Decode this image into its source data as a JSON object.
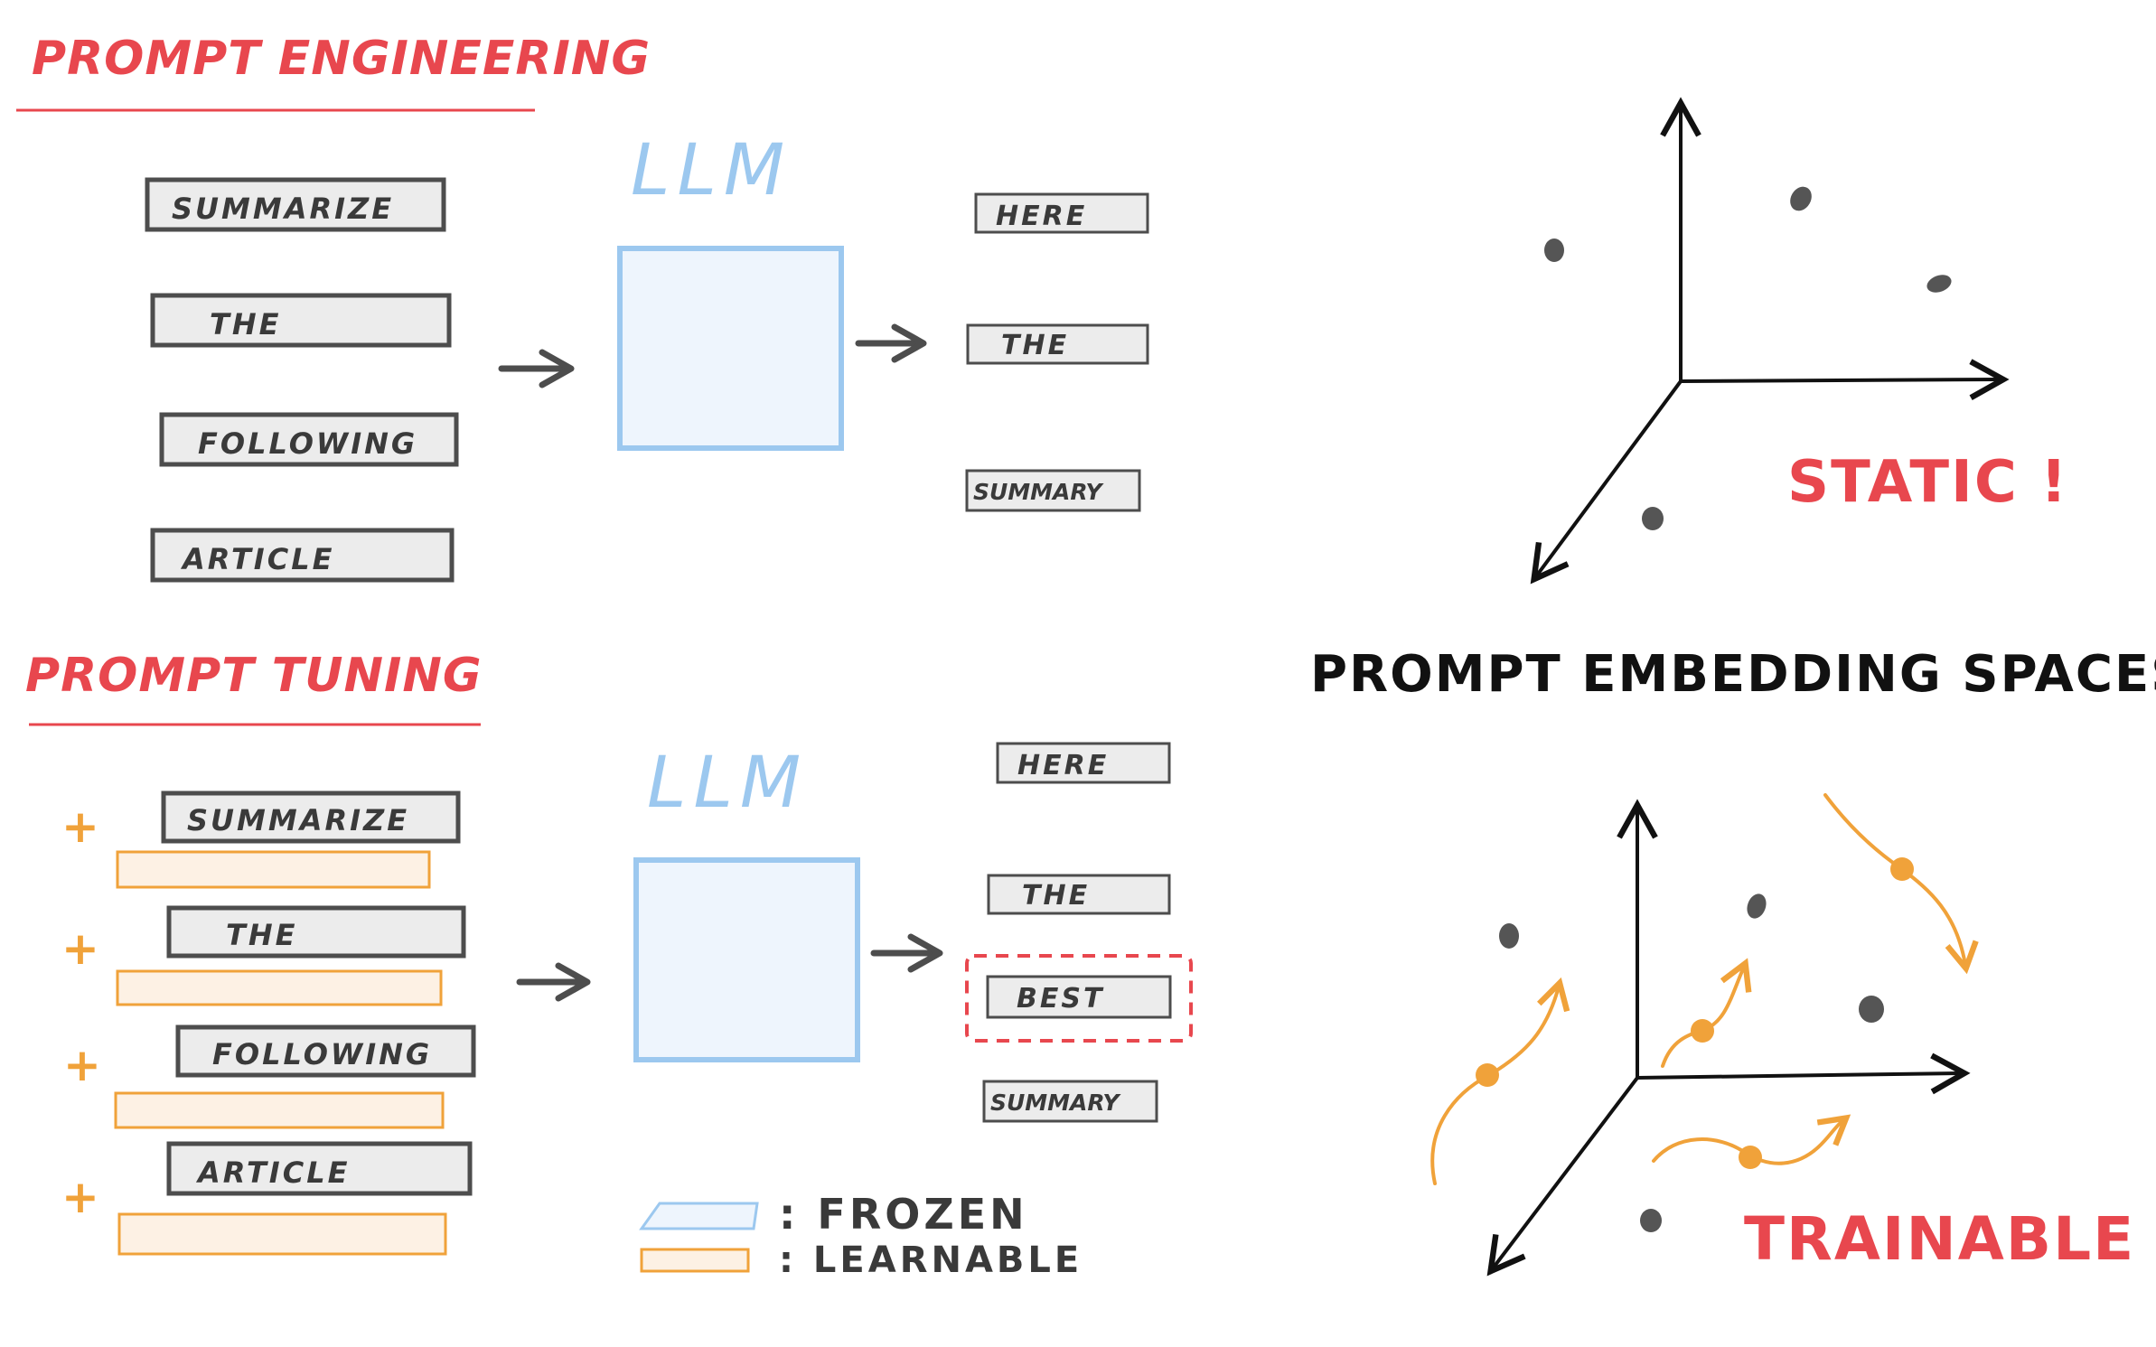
{
  "prompt_engineering": {
    "title": "PROMPT ENGINEERING",
    "input_tokens": [
      "SUMMARIZE",
      "THE",
      "FOLLOWING",
      "ARTICLE"
    ],
    "model_label": "LLM",
    "output_tokens": [
      "HERE",
      "THE",
      "SUMMARY"
    ]
  },
  "prompt_tuning": {
    "title": "PROMPT TUNING",
    "plus_symbol": "+",
    "input_tokens": [
      "SUMMARIZE",
      "THE",
      "FOLLOWING",
      "ARTICLE"
    ],
    "model_label": "LLM",
    "output_tokens": [
      "HERE",
      "THE",
      "BEST",
      "SUMMARY"
    ]
  },
  "legend": {
    "frozen": ": FROZEN",
    "learnable": ": LEARNABLE"
  },
  "embedding": {
    "title": "PROMPT EMBEDDING SPACES",
    "static_label": "STATIC !",
    "trainable_label": "TRAINABLE !"
  },
  "colors": {
    "accent_red": "#e8474e",
    "frozen_blue": "#9cc8ef",
    "frozen_fill": "#eef5fd",
    "learnable_orange": "#f0a23a",
    "learnable_fill": "#fdf1e4",
    "token_fill": "#ececec",
    "token_border": "#4d4d4d"
  }
}
